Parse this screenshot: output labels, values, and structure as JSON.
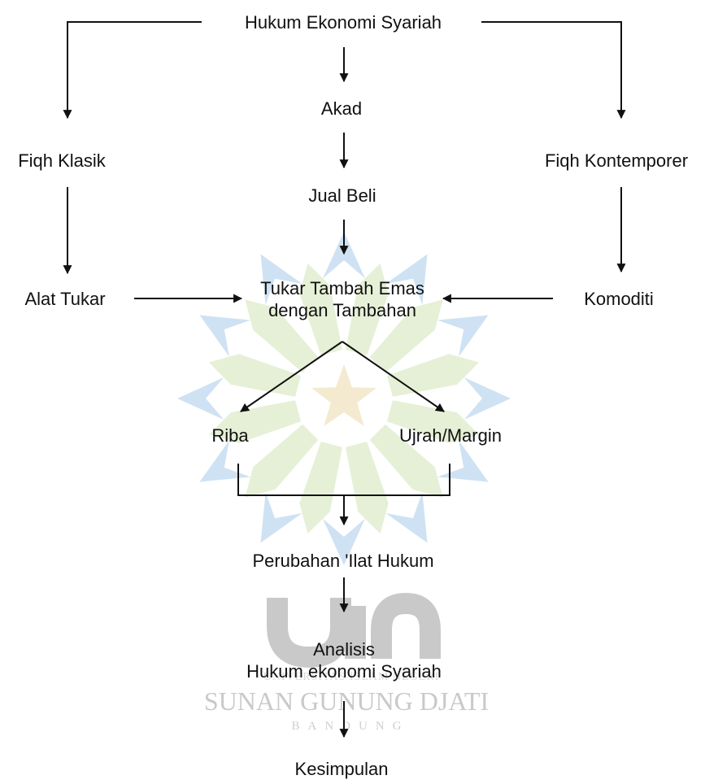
{
  "nodes": {
    "root": "Hukum Ekonomi Syariah",
    "akad": "Akad",
    "fiqh_klasik": "Fiqh Klasik",
    "fiqh_kontemporer": "Fiqh Kontemporer",
    "jual_beli": "Jual Beli",
    "alat_tukar": "Alat Tukar",
    "komoditi": "Komoditi",
    "tukar_tambah_line1": "Tukar Tambah Emas",
    "tukar_tambah_line2": "dengan Tambahan",
    "riba": "Riba",
    "ujrah_margin": "Ujrah/Margin",
    "perubahan_illat": "Perubahan 'Ilat Hukum",
    "analisis_line1": "Analisis",
    "analisis_line2": "Hukum ekonomi Syariah",
    "kesimpulan": "Kesimpulan"
  },
  "watermark": {
    "logo_text": "uin",
    "university_line": "UNIVERSITAS ISLAM NEGERI",
    "name_line": "SUNAN GUNUNG DJATI",
    "city_line": "BANDUNG",
    "colors": {
      "blue": "#cfe2f3",
      "green": "#e6f0d6",
      "star": "#f3ead0",
      "gray": "#c9c9c9"
    }
  },
  "colors": {
    "text": "#111111",
    "arrow": "#111111",
    "background": "#ffffff"
  }
}
